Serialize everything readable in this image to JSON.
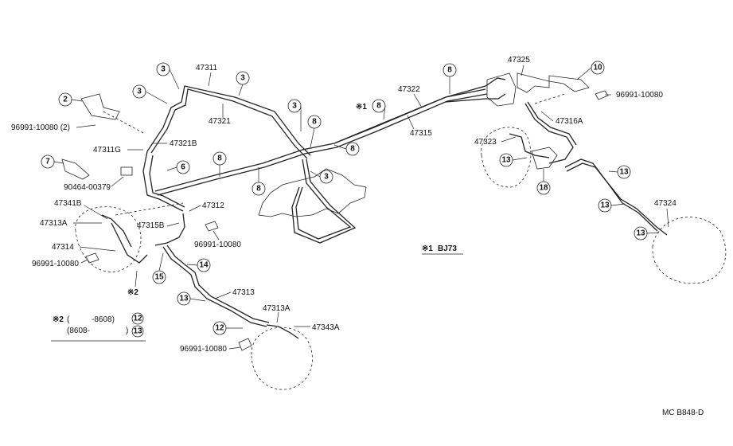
{
  "parts": {
    "p47311": "47311",
    "p47321": "47321",
    "p47322": "47322",
    "p47315": "47315",
    "p47325": "47325",
    "p47316A": "47316A",
    "p47323": "47323",
    "p47324": "47324",
    "p47311G": "47311G",
    "p47321B": "47321B",
    "p47341B": "47341B",
    "p47313A_left": "47313A",
    "p47314": "47314",
    "p47315B": "47315B",
    "p47312": "47312",
    "p47313": "47313",
    "p47313A_bottom": "47313A",
    "p47343A": "47343A",
    "clip1": "96991-10080 (2)",
    "clip2": "96991-10080",
    "clip3": "96991-10080",
    "clip4": "96991-10080",
    "clip5": "96991-10080",
    "bolt": "90464-00379"
  },
  "callouts": {
    "c2": "2",
    "c3": "3",
    "c6": "6",
    "c7": "7",
    "c8": "8",
    "c10": "10",
    "c12": "12",
    "c13": "13",
    "c14": "14",
    "c15": "15",
    "c18": "18"
  },
  "notes": {
    "note1_mark": "※1",
    "note1_text": "BJ73",
    "note2_mark": "※2",
    "note2_line1_open": "(",
    "note2_line1": "-8608)",
    "note2_line2": "(8608-",
    "note2_line2_close": ")",
    "note2_ref1": "12",
    "note2_ref2": "13"
  },
  "footer": {
    "code": "MC B848-D"
  }
}
